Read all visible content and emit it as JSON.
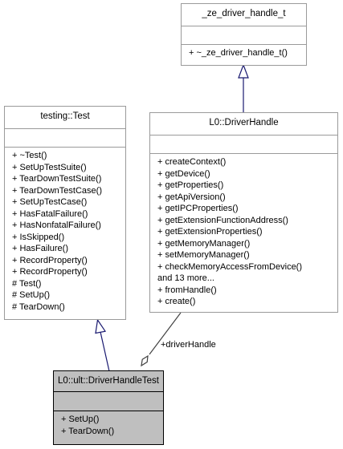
{
  "classes": {
    "ze_driver_handle": {
      "name": "_ze_driver_handle_t",
      "attributes": [],
      "methods": [
        "+ ~_ze_driver_handle_t()"
      ]
    },
    "testing_test": {
      "name": "testing::Test",
      "attributes": [],
      "methods": [
        "+ ~Test()",
        "+ SetUpTestSuite()",
        "+ TearDownTestSuite()",
        "+ TearDownTestCase()",
        "+ SetUpTestCase()",
        "+ HasFatalFailure()",
        "+ HasNonfatalFailure()",
        "+ IsSkipped()",
        "+ HasFailure()",
        "+ RecordProperty()",
        "+ RecordProperty()",
        "# Test()",
        "# SetUp()",
        "# TearDown()"
      ]
    },
    "l0_driver_handle": {
      "name": "L0::DriverHandle",
      "attributes": [],
      "methods": [
        "+ createContext()",
        "+ getDevice()",
        "+ getProperties()",
        "+ getApiVersion()",
        "+ getIPCProperties()",
        "+ getExtensionFunctionAddress()",
        "+ getExtensionProperties()",
        "+ getMemoryManager()",
        "+ setMemoryManager()",
        "+ checkMemoryAccessFromDevice()",
        "and 13 more...",
        "+ fromHandle()",
        "+ create()"
      ]
    },
    "driver_handle_test": {
      "name": "L0::ult::DriverHandleTest",
      "attributes": [],
      "methods": [
        "+ SetUp()",
        "+ TearDown()"
      ]
    }
  },
  "relations": {
    "aggregation_label": "+driverHandle"
  }
}
